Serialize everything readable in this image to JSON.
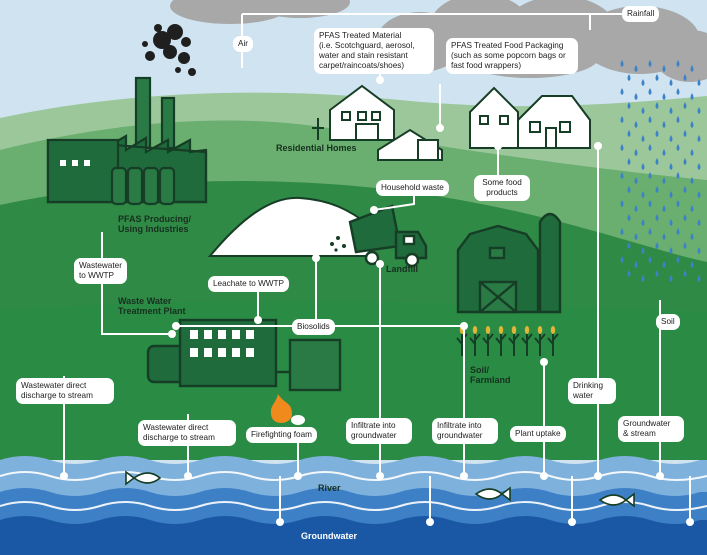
{
  "labels": {
    "rainfall": "Rainfall",
    "air": "Air",
    "pfas_treated_material": "PFAS Treated Material\n(i.e. Scotchguard, aerosol,\nwater and stain resistant\ncarpet/raincoats/shoes)",
    "pfas_food_packaging": "PFAS Treated Food Packaging\n(such as some popcorn bags or\nfast food wrappers)",
    "household_waste": "Household waste",
    "some_food_products": "Some food\nproducts",
    "wastewater_to_wwtp": "Wastewater\nto WWTP",
    "leachate_to_wwtp": "Leachate to WWTP",
    "biosolids": "Biosolids",
    "soil": "Soil",
    "wastewater_direct_left": "Wastewater direct\ndischarge to stream",
    "wastewater_direct_center": "Wastewater direct\ndischarge to stream",
    "firefighting_foam": "Firefighting foam",
    "infiltrate_1": "Infiltrate into\ngroundwater",
    "infiltrate_2": "Infiltrate into\ngroundwater",
    "plant_uptake": "Plant uptake",
    "drinking_water": "Drinking\nwater",
    "groundwater_stream": "Groundwater\n& stream"
  },
  "titles": {
    "residential_homes": "Residential Homes",
    "pfas_industries": "PFAS Producing/\nUsing Industries",
    "waste_water_plant": "Waste Water\nTreatment Plant",
    "landfill": "Landfill",
    "soil_farmland": "Soil/\nFarmland",
    "river": "River",
    "groundwater": "Groundwater"
  },
  "colors": {
    "sky": "#cfe3f0",
    "cloud": "#a8a8a8",
    "hill_light": "#9cc79b",
    "hill_mid": "#6aae70",
    "hill_dark": "#2f8a46",
    "field": "#2a8c44",
    "structure": "#1f6b3c",
    "outline": "#163d25",
    "river_light": "#7fb1dd",
    "river_mid": "#3d80c6",
    "groundwater": "#1a58a6",
    "rain": "#3b82c8"
  },
  "icons": [
    "cloud-icon",
    "smoke-icon",
    "factory-icon",
    "house-icon",
    "landfill-mound-icon",
    "dump-truck-icon",
    "barn-icon",
    "silo-icon",
    "corn-icon",
    "treatment-plant-icon",
    "fire-icon",
    "fish-icon",
    "rain-drop-icon"
  ]
}
